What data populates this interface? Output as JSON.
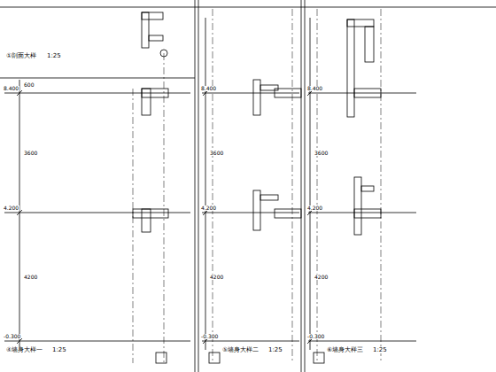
{
  "diagram": {
    "labels": [
      "①剖面大样",
      "1:25",
      "④墙身大样一",
      "1:25",
      "⑤墙身大样二",
      "1:25",
      "⑥墙身大样三",
      "1:25",
      "8.400",
      "4.200",
      "-0.300",
      "600",
      "3600",
      "4200",
      "8.400",
      "4.200",
      "-0.300",
      "3600",
      "4200",
      "8.400",
      "4.200",
      "-0.300",
      "3600",
      "4200"
    ]
  }
}
